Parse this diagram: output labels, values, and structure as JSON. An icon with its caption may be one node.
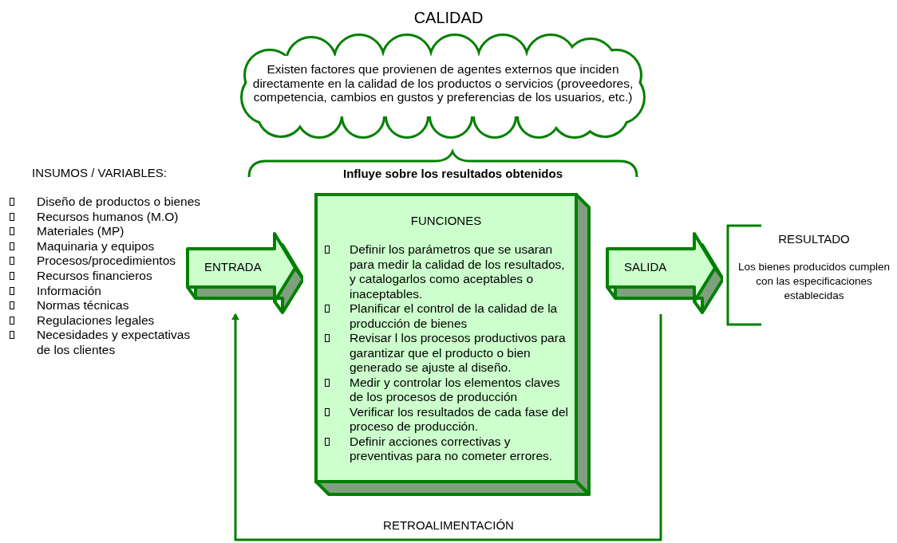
{
  "diagram": {
    "title": "CALIDAD",
    "nodes": [
      {
        "text": [
          "Existen factores que provienen de agentes externos que inciden directamente en la calidad de los productos o servicios (proveedores, competencia, cambios en gustos y preferencias de los usuarios, etc.)"
        ]
      },
      {
        "text": [
          "ENTRADA"
        ]
      },
      {
        "text": [
          "FUNCIONES",
          "Definir los parámetros que se usaran para medir la calidad de los resultados, y catalogarlos como aceptables o inaceptables.",
          "Planificar el control de la calidad de la producción de bienes",
          "Revisar l los procesos productivos para garantizar que el producto o bien generado se ajuste al diseño.",
          "Medir y controlar los elementos claves de los procesos de producción",
          "Verificar los resultados de cada fase del proceso de producción.",
          "Definir acciones correctivas y preventivas para no cometer errores."
        ]
      },
      {
        "text": [
          "SALIDA"
        ]
      }
    ],
    "edges": [
      {
        "from": 3,
        "to": 1,
        "arrow": "to",
        "label": "RETROALIMENTACIÓN"
      }
    ],
    "labels": [
      "INSUMOS / VARIABLES:",
      "Influye sobre los resultados obtenidos",
      "Diseño de productos o bienes",
      "Recursos humanos (M.O)",
      "Materiales (MP)",
      "Maquinaria y equipos",
      "Procesos/procedimientos",
      "Recursos financieros",
      "Información",
      "Normas técnicas",
      "Regulaciones legales",
      "Necesidades y expectativas de los clientes",
      "RESULTADO",
      "Los bienes producidos cumplen con las especificaciones establecidas"
    ]
  }
}
